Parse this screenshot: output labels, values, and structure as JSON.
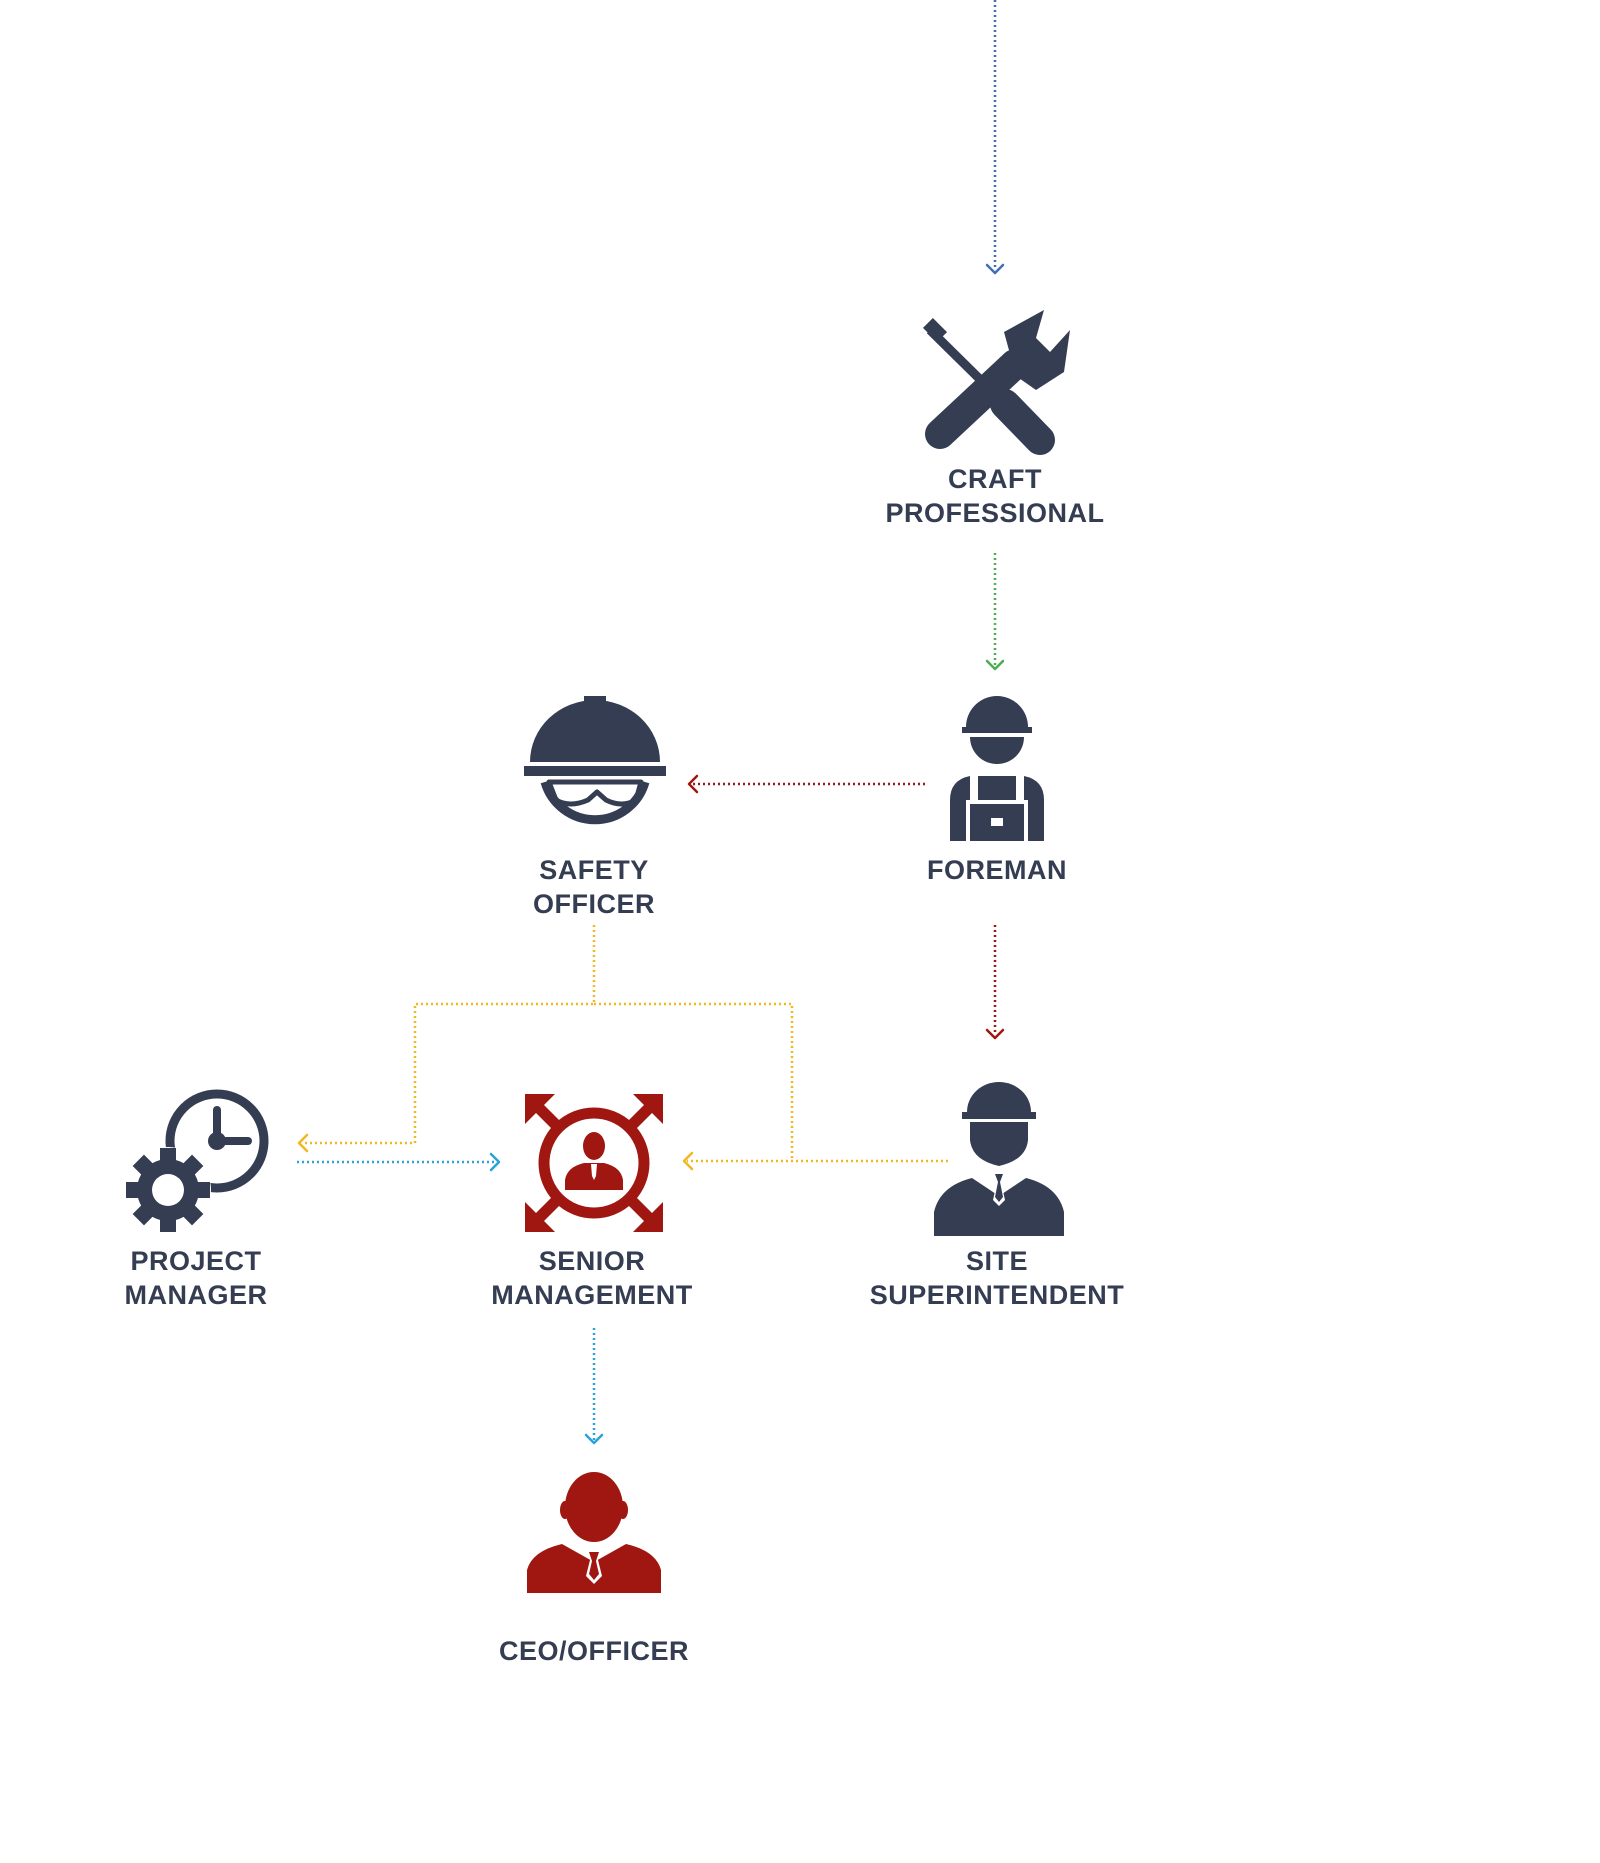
{
  "colors": {
    "navy": "#343d52",
    "red": "#a01712",
    "blue": "#3f6fb5",
    "green": "#4cae4c",
    "darkred": "#a01712",
    "yellow": "#f2b820",
    "cyan": "#2aa3d8"
  },
  "nodes": {
    "craft": {
      "line1": "CRAFT",
      "line2": "PROFESSIONAL",
      "icon": "tools-icon"
    },
    "foreman": {
      "line1": "FOREMAN",
      "icon": "worker-overalls-icon"
    },
    "safety": {
      "line1": "SAFETY",
      "line2": "OFFICER",
      "icon": "hardhat-goggles-icon"
    },
    "pm": {
      "line1": "PROJECT",
      "line2": "MANAGER",
      "icon": "gear-clock-icon"
    },
    "senior": {
      "line1": "SENIOR",
      "line2": "MANAGEMENT",
      "icon": "manager-expand-icon"
    },
    "site": {
      "line1": "SITE",
      "line2": "SUPERINTENDENT",
      "icon": "hardhat-suit-icon"
    },
    "ceo": {
      "line1": "CEO/OFFICER",
      "icon": "executive-icon"
    }
  }
}
